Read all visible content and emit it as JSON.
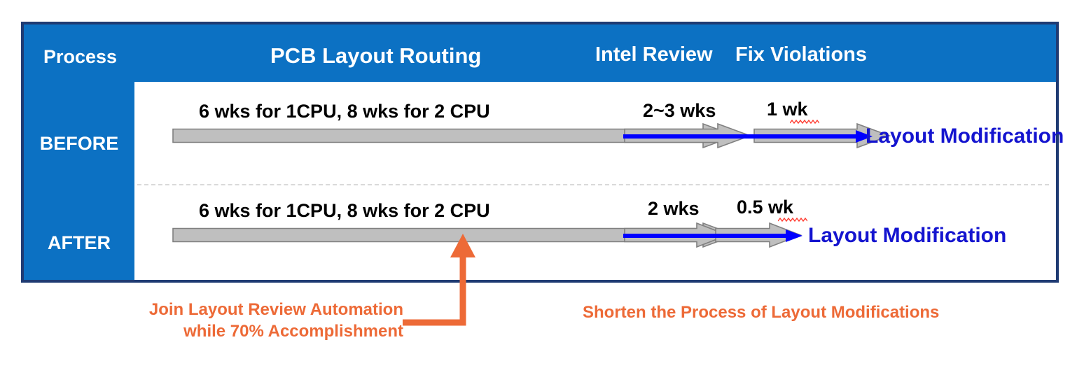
{
  "colors": {
    "frame_border": "#1F3B73",
    "header_blue": "#0C71C3",
    "arrow_gray": "#BFBFBF",
    "arrow_gray_outline": "#808080",
    "blue_arrow": "#0000FF",
    "layout_text_blue": "#1414CF",
    "note_orange": "#ED6A37",
    "divider_gray": "#D9D9D9",
    "squiggle_red": "#FF0000"
  },
  "header": {
    "process_label": "Process",
    "stage_pcb": "PCB Layout Routing",
    "stage_intel": "Intel Review",
    "stage_fix": "Fix Violations"
  },
  "rows": [
    {
      "id": "before",
      "label": "BEFORE",
      "routing_duration": "6 wks for 1CPU, 8 wks for 2 CPU",
      "review_duration": "2~3 wks",
      "fix_duration": "1 wk",
      "fix_duration_misspelled": true,
      "outcome": "Layout Modification"
    },
    {
      "id": "after",
      "label": "AFTER",
      "routing_duration": "6 wks for 1CPU, 8 wks for 2 CPU",
      "review_duration": "2 wks",
      "fix_duration": "0.5 wk",
      "fix_duration_misspelled": true,
      "outcome": "Layout Modification"
    }
  ],
  "notes": {
    "left_line1": "Join Layout Review Automation",
    "left_line2": "while 70% Accomplishment",
    "right": "Shorten the Process of Layout Modifications"
  }
}
